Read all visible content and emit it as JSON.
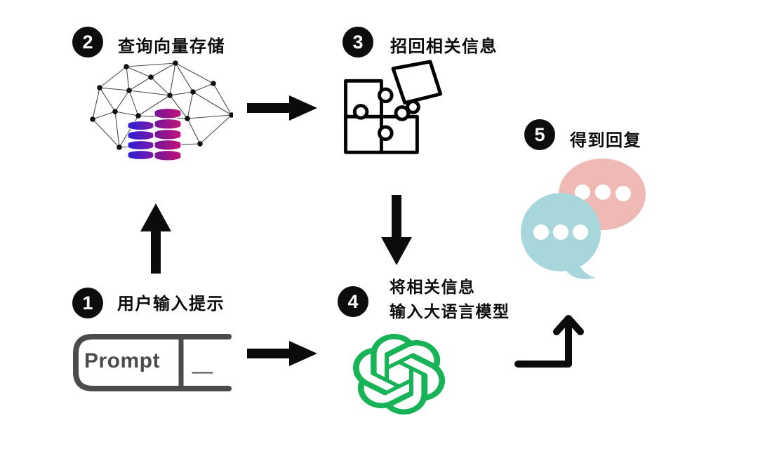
{
  "diagram": {
    "steps": [
      {
        "number": "1",
        "label": "用户输入提示",
        "icon": "prompt-input-icon"
      },
      {
        "number": "2",
        "label": "查询向量存储",
        "icon": "vector-store-icon"
      },
      {
        "number": "3",
        "label": "招回相关信息",
        "icon": "puzzle-pieces-icon"
      },
      {
        "number": "4",
        "label_line1": "将相关信息",
        "label_line2": "输入大语言模型",
        "icon": "openai-logo-icon"
      },
      {
        "number": "5",
        "label": "得到回复",
        "icon": "chat-bubbles-icon"
      }
    ],
    "prompt_box": {
      "text": "Prompt",
      "cursor": "_"
    },
    "colors": {
      "background": "#ffffff",
      "badge": "#0d0d0d",
      "arrow": "#0b0b0b",
      "openai_green": "#17b356",
      "db_blue": "#2a1fd4",
      "db_purple": "#7a1ba8",
      "db_magenta": "#c41378",
      "bubble_pink": "#efbab6",
      "bubble_blue": "#a8d7db",
      "prompt_outline": "#4b4b4b"
    }
  }
}
